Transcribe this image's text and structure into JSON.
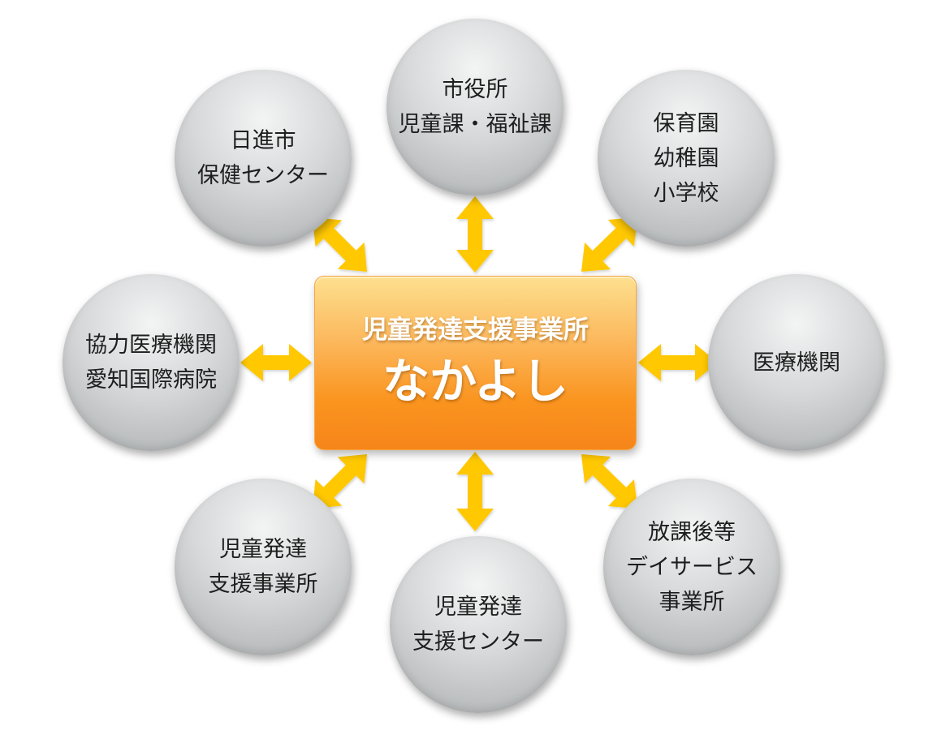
{
  "center": {
    "title": "児童発達支援事業所",
    "name": "なかよし"
  },
  "nodes": {
    "city_office": {
      "lines": [
        "市役所",
        "児童課・福祉課"
      ]
    },
    "health_center": {
      "lines": [
        "日進市",
        "保健センター"
      ]
    },
    "schools": {
      "lines": [
        "保育園",
        "幼稚園",
        "小学校"
      ]
    },
    "cooperating_hospital": {
      "lines": [
        "協力医療機関",
        "愛知国際病院"
      ]
    },
    "medical": {
      "lines": [
        "医療機関"
      ]
    },
    "child_dev_office": {
      "lines": [
        "児童発達",
        "支援事業所"
      ]
    },
    "child_dev_center": {
      "lines": [
        "児童発達",
        "支援センター"
      ]
    },
    "after_school": {
      "lines": [
        "放課後等",
        "デイサービス",
        "事業所"
      ]
    }
  },
  "colors": {
    "arrow": "#ffc800",
    "center_top": "#fde08f",
    "center_bottom": "#f7851a",
    "circle": "#c9cbcc"
  }
}
